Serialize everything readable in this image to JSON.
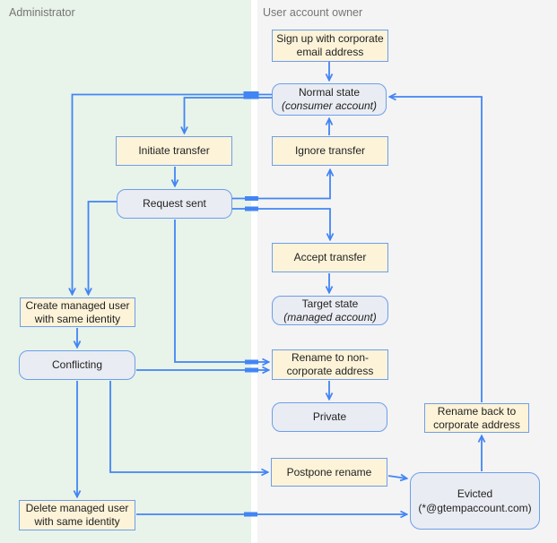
{
  "lanes": {
    "admin": {
      "label": "Administrator"
    },
    "user": {
      "label": "User account owner"
    }
  },
  "nodes": {
    "sign_up": {
      "label": "Sign up with corporate\nemail address",
      "type": "action"
    },
    "normal_state": {
      "title": "Normal state",
      "subtitle": "(consumer account)",
      "type": "state"
    },
    "ignore_transfer": {
      "label": "Ignore transfer",
      "type": "action"
    },
    "initiate_transfer": {
      "label": "Initiate transfer",
      "type": "action"
    },
    "request_sent": {
      "label": "Request sent",
      "type": "state"
    },
    "accept_transfer": {
      "label": "Accept transfer",
      "type": "action"
    },
    "target_state": {
      "title": "Target state",
      "subtitle": "(managed account)",
      "type": "state"
    },
    "rename_non_corporate": {
      "label": "Rename to non-\ncorporate address",
      "type": "action"
    },
    "private": {
      "label": "Private",
      "type": "state"
    },
    "postpone_rename": {
      "label": "Postpone rename",
      "type": "action"
    },
    "evicted": {
      "title": "Evicted",
      "subtitle": "(*@gtempaccount.com)",
      "type": "state"
    },
    "rename_back": {
      "label": "Rename back to\ncorporate address",
      "type": "action"
    },
    "create_managed_user": {
      "label": "Create managed user\nwith same identity",
      "type": "action"
    },
    "conflicting": {
      "label": "Conflicting",
      "type": "state"
    },
    "delete_managed_user": {
      "label": "Delete managed user\nwith same identity",
      "type": "action"
    }
  },
  "edges": [
    {
      "from": "sign_up",
      "to": "normal_state"
    },
    {
      "from": "normal_state",
      "to": "initiate_transfer"
    },
    {
      "from": "normal_state",
      "to": "create_managed_user"
    },
    {
      "from": "initiate_transfer",
      "to": "request_sent"
    },
    {
      "from": "request_sent",
      "to": "ignore_transfer"
    },
    {
      "from": "request_sent",
      "to": "accept_transfer"
    },
    {
      "from": "request_sent",
      "to": "create_managed_user"
    },
    {
      "from": "request_sent",
      "to": "rename_non_corporate"
    },
    {
      "from": "ignore_transfer",
      "to": "normal_state"
    },
    {
      "from": "accept_transfer",
      "to": "target_state"
    },
    {
      "from": "create_managed_user",
      "to": "conflicting"
    },
    {
      "from": "conflicting",
      "to": "rename_non_corporate"
    },
    {
      "from": "conflicting",
      "to": "postpone_rename"
    },
    {
      "from": "conflicting",
      "to": "delete_managed_user"
    },
    {
      "from": "rename_non_corporate",
      "to": "private"
    },
    {
      "from": "postpone_rename",
      "to": "evicted"
    },
    {
      "from": "delete_managed_user",
      "to": "evicted"
    },
    {
      "from": "evicted",
      "to": "rename_back"
    },
    {
      "from": "rename_back",
      "to": "normal_state"
    }
  ],
  "colors": {
    "action_fill": "#fcf3d8",
    "state_fill": "#e9ecf2",
    "node_border": "#6d9eeb",
    "edge": "#4285f4",
    "lane_admin_bg": "#e8f3e9",
    "lane_user_bg": "#f4f4f4",
    "lane_label": "#757575"
  }
}
